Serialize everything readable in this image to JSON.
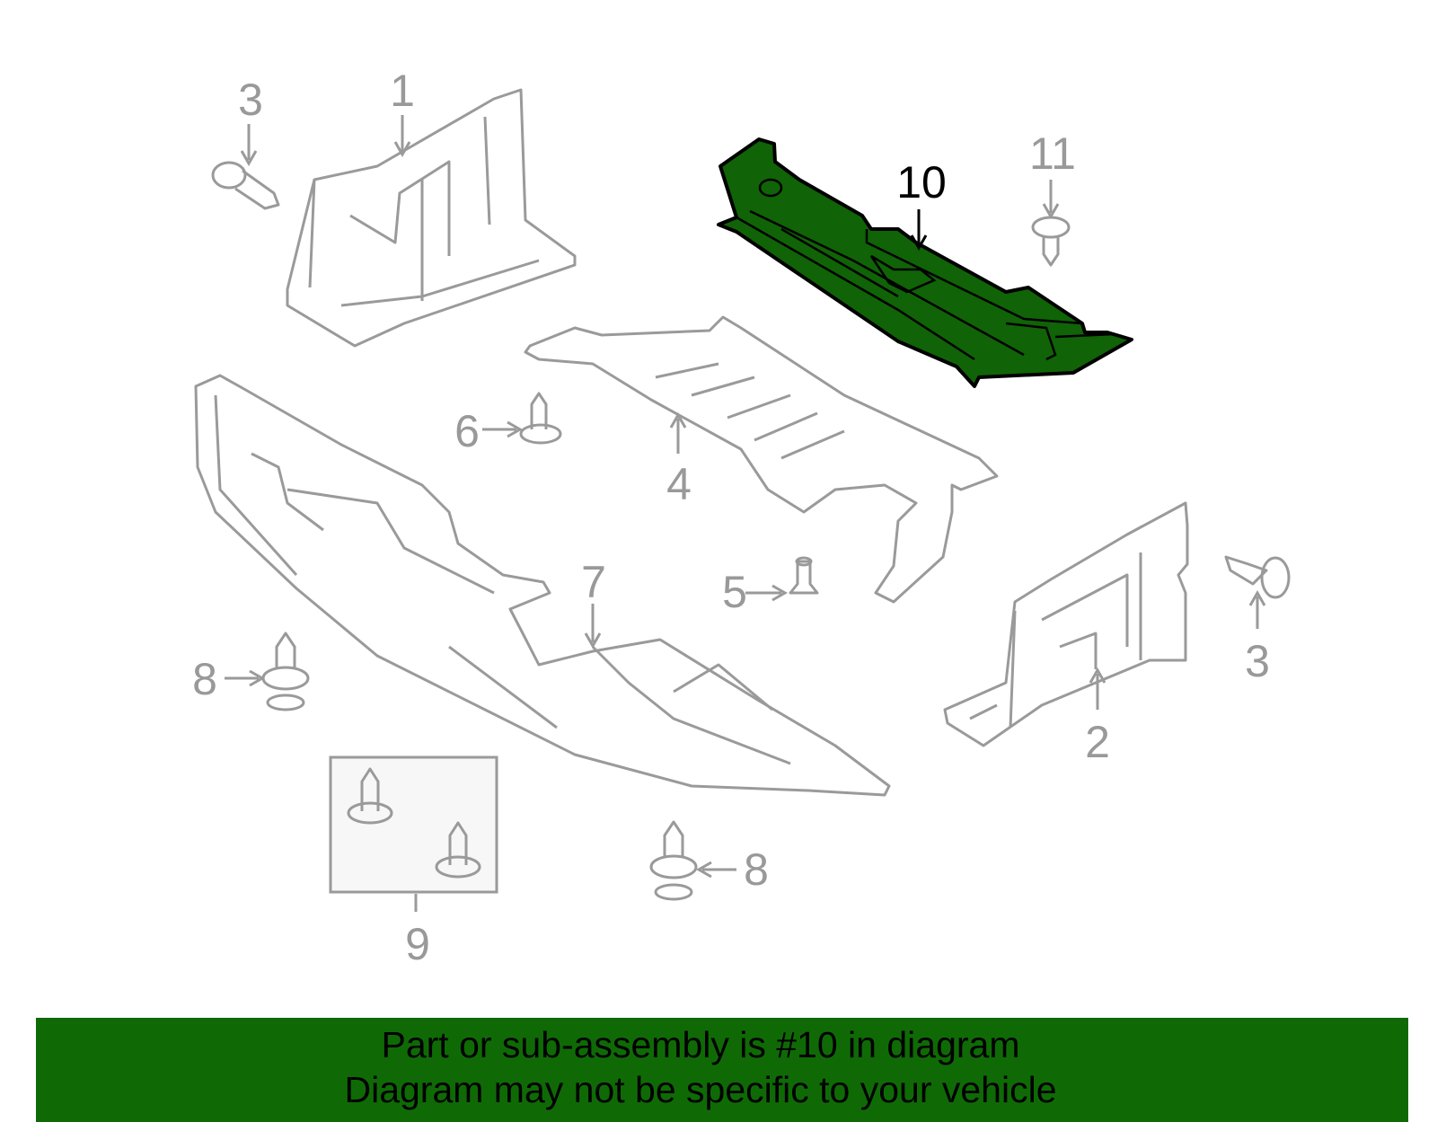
{
  "diagram": {
    "highlight_color": "#106306",
    "highlighted_part": "10",
    "callouts": [
      {
        "id": "c3a",
        "label": "3"
      },
      {
        "id": "c1",
        "label": "1"
      },
      {
        "id": "c10",
        "label": "10"
      },
      {
        "id": "c11",
        "label": "11"
      },
      {
        "id": "c6",
        "label": "6"
      },
      {
        "id": "c4",
        "label": "4"
      },
      {
        "id": "c7",
        "label": "7"
      },
      {
        "id": "c5",
        "label": "5"
      },
      {
        "id": "c3b",
        "label": "3"
      },
      {
        "id": "c2",
        "label": "2"
      },
      {
        "id": "c8a",
        "label": "8"
      },
      {
        "id": "c8b",
        "label": "8"
      },
      {
        "id": "c9",
        "label": "9"
      }
    ]
  },
  "banner": {
    "color": "#0f6a06",
    "line1": "Part or sub-assembly is #10 in diagram",
    "line2": "Diagram may not be specific to your vehicle"
  }
}
